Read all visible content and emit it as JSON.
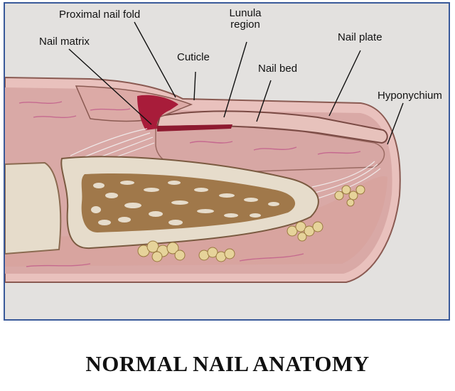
{
  "labels": {
    "proximal_nail_fold": "Proximal nail fold",
    "lunula_region_line1": "Lunula",
    "lunula_region_line2": "region",
    "nail_matrix": "Nail matrix",
    "cuticle": "Cuticle",
    "nail_plate": "Nail plate",
    "nail_bed": "Nail bed",
    "hyponychium": "Hyponychium"
  },
  "caption": "NORMAL NAIL ANATOMY",
  "colors": {
    "frame_border": "#3a5a9a",
    "background": "#e3e1df",
    "skin_outline": "#8a5a52",
    "dermis": "#d9a9a6",
    "subcutis": "#dcaea8",
    "bone_cortex": "#e6dccb",
    "trabecular_bone": "#a0784a",
    "fat_lobules": "#e6d39a",
    "nail_matrix": "#a81c3a",
    "nail_plate": "#e7c2bc"
  }
}
